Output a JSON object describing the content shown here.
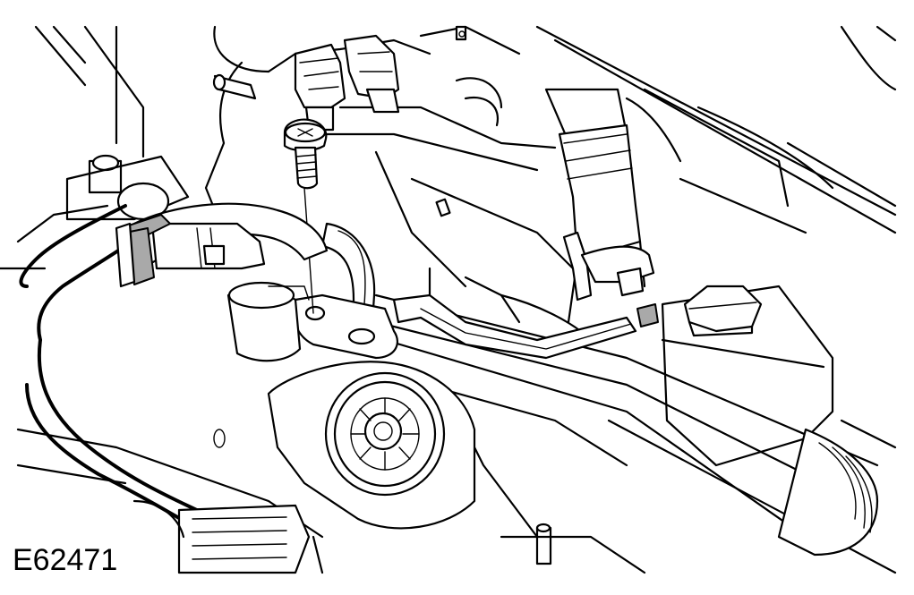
{
  "figure": {
    "id_label": "E62471"
  },
  "illustration": {
    "subject": "steering-rack-and-fluid-line-bracket-bolt",
    "icon": "technical-line-drawing"
  }
}
